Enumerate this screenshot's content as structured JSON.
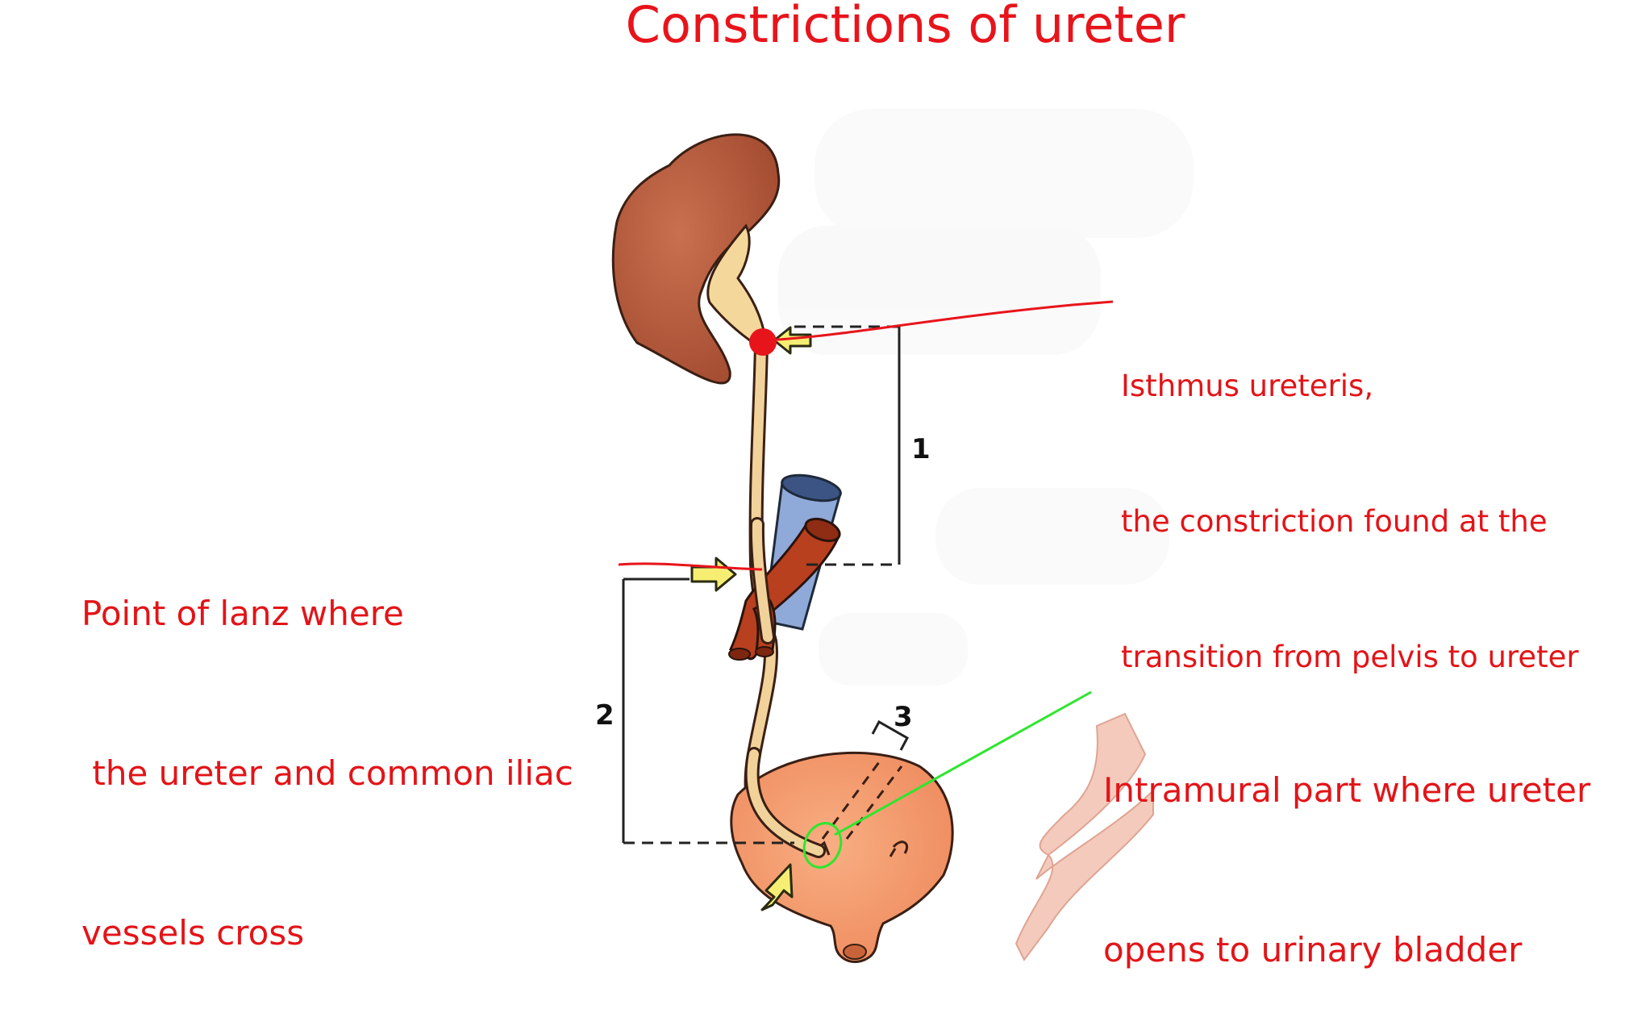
{
  "title": "Constrictions of ureter",
  "labels": {
    "isthmus": [
      "Isthmus ureteris,",
      "the constriction found at the",
      "transition from pelvis to ureter"
    ],
    "lanz": [
      "Point of lanz where",
      " the ureter and common iliac",
      "vessels cross"
    ],
    "intramural": [
      "Intramural part where ureter",
      "opens to urinary bladder"
    ]
  },
  "segment_numbers": [
    "1",
    "2",
    "3"
  ],
  "colors": {
    "label_text": "#e31418",
    "red_pointer": "#e8141b",
    "green_pointer": "#2ee62e",
    "kidney": "#b65a3c",
    "renal_pelvis": "#f4d79a",
    "ureter": "#f1d29a",
    "artery": "#b8401f",
    "vein": "#8fa9d8",
    "bladder": "#f39a6c",
    "arrow_yellow": "#f6ee72"
  }
}
